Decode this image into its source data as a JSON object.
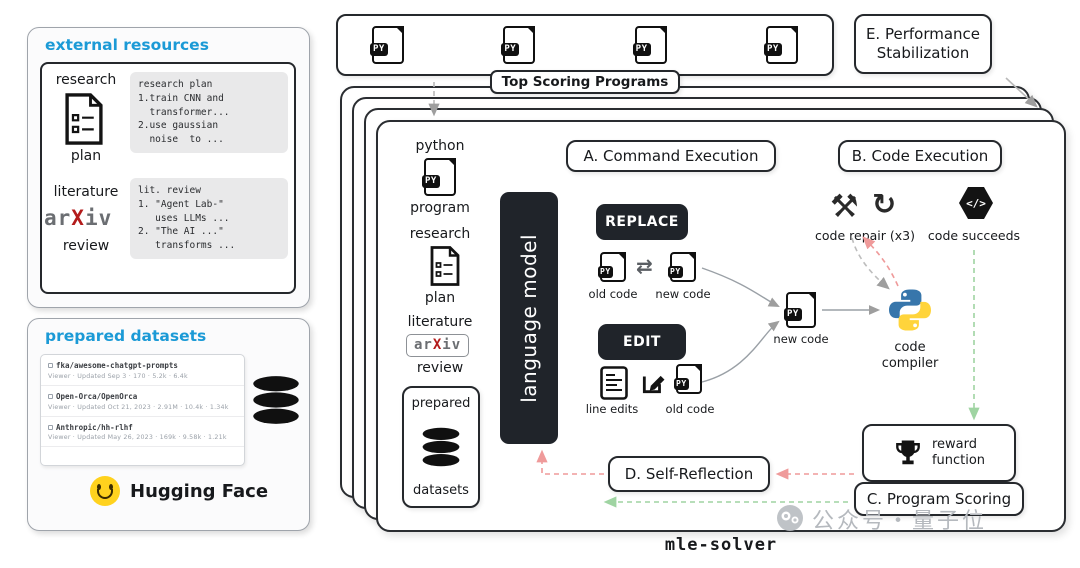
{
  "external_resources": {
    "title": "external resources",
    "research": {
      "label_top": "research",
      "label_bottom": "plan",
      "code": "research plan\n1.train CNN and\n  transformer...\n2.use gaussian\n  noise  to ..."
    },
    "literature": {
      "label_top": "literature",
      "label_bottom": "review",
      "code": "lit. review\n1. \"Agent Lab-\"\n   uses LLMs ...\n2. \"The AI ...\"\n   transforms ..."
    }
  },
  "arxiv": {
    "pre": "ar",
    "x": "X",
    "post": "iv"
  },
  "prepared_datasets": {
    "title": "prepared datasets",
    "rows": [
      {
        "name": "fka/awesome-chatgpt-prompts",
        "meta": "Viewer · Updated Sep 3 · 170 · 5.2k · 6.4k"
      },
      {
        "name": "Open-Orca/OpenOrca",
        "meta": "Viewer · Updated Oct 21, 2023 · 2.91M · 10.4k · 1.34k"
      },
      {
        "name": "Anthropic/hh-rlhf",
        "meta": "Viewer · Updated May 26, 2023 · 169k · 9.58k · 1.21k"
      }
    ],
    "brand": "Hugging Face"
  },
  "top_bar": {
    "label": "Top Scoring Programs"
  },
  "boxes": {
    "a": "A. Command Execution",
    "b": "B. Code Execution",
    "c": "C. Program Scoring",
    "d": "D. Self-Reflection",
    "e_line1": "E. Performance",
    "e_line2": "Stabilization"
  },
  "solver": {
    "inputs": {
      "python_top": "python",
      "python_bottom": "program",
      "research_top": "research",
      "research_bottom": "plan",
      "literature_top": "literature",
      "literature_bottom": "review",
      "prepared_top": "prepared",
      "prepared_bottom": "datasets"
    },
    "language_model": "language model",
    "replace_title": "REPLACE",
    "edit_title": "EDIT",
    "old_code": "old code",
    "new_code": "new code",
    "line_edits": "line edits",
    "code_repair": "code repair (x3)",
    "code_succeeds": "code succeeds",
    "code_compiler": "code\ncompiler",
    "reward_function": "reward\nfunction",
    "footer": "mle-solver"
  },
  "icons": {
    "py_badge": "PY",
    "swap_glyph": "⇄",
    "tools_glyph": "⚒",
    "refresh_glyph": "↻",
    "code_glyph": "</>"
  },
  "watermark": "公众号・量子位",
  "colors": {
    "accent_blue": "#1b9ad6",
    "panel_dark": "#20242a",
    "arxiv_red": "#b31b1b",
    "dash_red": "#ef9a9a",
    "dash_green": "#9fd4a2",
    "dash_gray": "#9e9e9e"
  }
}
